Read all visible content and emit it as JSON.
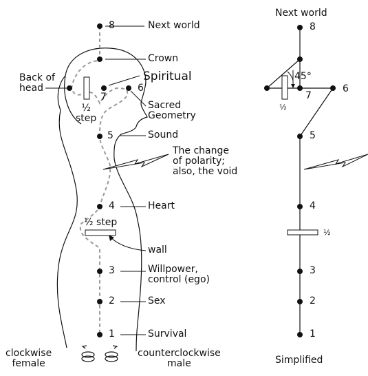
{
  "left_diagram": {
    "points": [
      {
        "number": "8",
        "label": "Next world"
      },
      {
        "number": "",
        "label": "Crown"
      },
      {
        "number": "7",
        "label": "Spiritual"
      },
      {
        "number": "6",
        "label": "Sacred\nGeometry"
      },
      {
        "number": "",
        "label": "Back of\nhead"
      },
      {
        "number": "5",
        "label": "Sound"
      },
      {
        "number": "4",
        "label": "Heart"
      },
      {
        "number": "3",
        "label": "Willpower,\ncontrol (ego)"
      },
      {
        "number": "2",
        "label": "Sex"
      },
      {
        "number": "1",
        "label": "Survival"
      }
    ],
    "half_step_head": "½\nstep",
    "half_step_chest": "½ step",
    "polarity_note": "The change\nof polarity;\nalso, the void",
    "wall_label": "wall",
    "clockwise_label": "clockwise\nfemale",
    "counterclockwise_label": "counterclockwise\nmale"
  },
  "right_diagram": {
    "top_label": "Next world",
    "numbers": [
      "8",
      "7",
      "6",
      "5",
      "4",
      "3",
      "2",
      "1"
    ],
    "angle_label": "45°",
    "half_label_head": "½",
    "half_label_chest": "½",
    "caption": "Simplified"
  }
}
